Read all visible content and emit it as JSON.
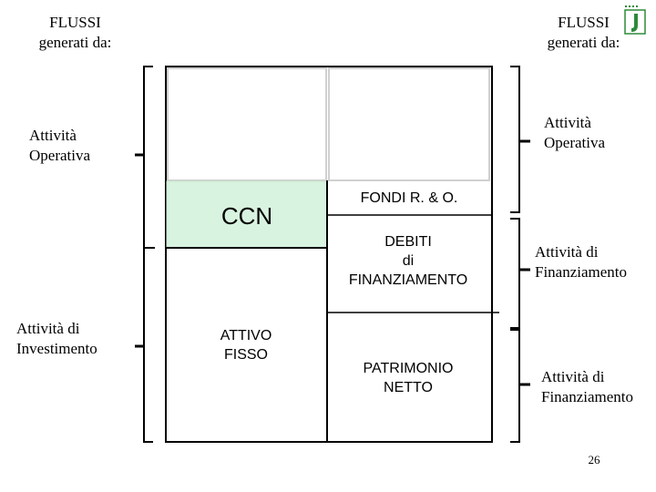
{
  "header": {
    "left_title_line1": "FLUSSI",
    "left_title_line2": "generati da:",
    "right_title_line1": "FLUSSI",
    "right_title_line2": "generati da:"
  },
  "left_labels": {
    "operating_line1": "Attività",
    "operating_line2": "Operativa",
    "investing_line1": "Attività di",
    "investing_line2": "Investimento"
  },
  "right_labels": {
    "operating_line1": "Attività",
    "operating_line2": "Operativa",
    "financing1_line1": "Attività di",
    "financing1_line2": "Finanziamento",
    "financing2_line1": "Attività di",
    "financing2_line2": "Finanziamento"
  },
  "balance_sheet": {
    "ccn": "CCN",
    "fixed_assets_line1": "ATTIVO",
    "fixed_assets_line2": "FISSO",
    "funds": "FONDI R. & O.",
    "debt_line1": "DEBITI",
    "debt_line2": "di",
    "debt_line3": "FINANZIAMENTO",
    "equity_line1": "PATRIMONIO",
    "equity_line2": "NETTO"
  },
  "colors": {
    "ccn_fill": "#d8f3df",
    "line": "#000000",
    "logo_green": "#2e8b3a"
  },
  "logo_icon": "university-logo-icon",
  "page_number": "26"
}
